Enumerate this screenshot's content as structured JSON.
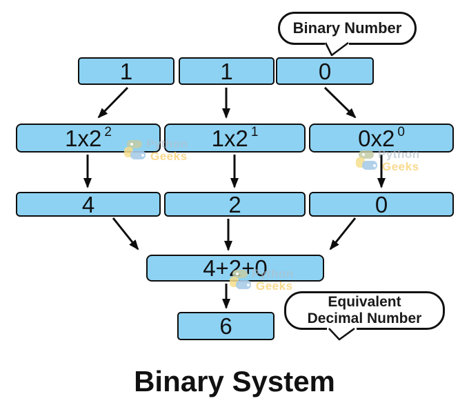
{
  "title": "Binary System",
  "callouts": {
    "binary": {
      "label": "Binary Number"
    },
    "decimal": {
      "line1": "Equivalent",
      "line2": "Decimal Number"
    }
  },
  "diagram": {
    "binary_digits": [
      "1",
      "1",
      "0"
    ],
    "expansion": [
      {
        "base": "1x2",
        "exp": "2"
      },
      {
        "base": "1x2",
        "exp": "1"
      },
      {
        "base": "0x2",
        "exp": "0"
      }
    ],
    "place_values": [
      "4",
      "2",
      "0"
    ],
    "sum_expression": "4+2+0",
    "decimal_result": "6"
  },
  "watermark": {
    "brand_top": "Python",
    "brand_bottom": "Geeks"
  },
  "colors": {
    "box_fill": "#8DD2F3",
    "outline": "#0D0D0D",
    "watermark_gray": "#B2BFC9",
    "watermark_gold": "#F7CE6E"
  }
}
